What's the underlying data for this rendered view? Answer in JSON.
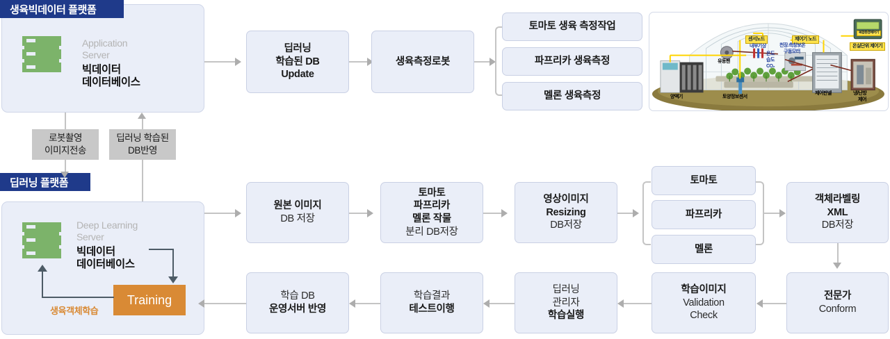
{
  "platforms": [
    {
      "tab_label": "생육빅데이터 플랫폼",
      "server_sub_line1": "Application",
      "server_sub_line2": "Server",
      "server_main_line1": "빅데이터",
      "server_main_line2": "데이터베이스",
      "icon": "server-rack-icon"
    },
    {
      "tab_label": "딥러닝 플랫폼",
      "server_sub_line1": "Deep Learning",
      "server_sub_line2": "Server",
      "server_main_line1": "빅데이터",
      "server_main_line2": "데이터베이스",
      "icon": "server-rack-icon",
      "training_label": "Training",
      "training_loop_label": "생육객체학습",
      "training_color": "#d98a35"
    }
  ],
  "notes": [
    {
      "line1": "로봇촬영",
      "line2": "이미지전송"
    },
    {
      "line1": "딥러닝 학습된",
      "line2": "DB반영"
    }
  ],
  "top_flow": [
    {
      "name": "deep-learning-db-update",
      "lines": [
        {
          "text": "딥러닝",
          "bold": true
        },
        {
          "text": "학습된 DB",
          "bold": true
        },
        {
          "text": "Update",
          "bold": true
        }
      ]
    },
    {
      "name": "growth-measure-robot",
      "lines": [
        {
          "text": "생육측정로봇",
          "bold": true
        }
      ]
    }
  ],
  "top_split": [
    {
      "name": "tomato-growth-measurement-task",
      "label": "토마토 생육 측정작업"
    },
    {
      "name": "paprika-growth-measurement",
      "label": "파프리카 생육측정"
    },
    {
      "name": "melon-growth-measurement",
      "label": "멜론 생육측정"
    }
  ],
  "mid_flow": [
    {
      "name": "original-image-db-save",
      "lines": [
        {
          "text": "원본 이미지",
          "bold": true
        },
        {
          "text": "DB 저장",
          "bold": false
        }
      ]
    },
    {
      "name": "crop-separate-db-save",
      "lines": [
        {
          "text": "토마토",
          "bold": true
        },
        {
          "text": "파프리카",
          "bold": true
        },
        {
          "text": "멜론 작물",
          "bold": true
        },
        {
          "text": "분리 DB저장",
          "bold": false
        }
      ]
    },
    {
      "name": "image-resizing-db-save",
      "lines": [
        {
          "text": "영상이미지",
          "bold": true
        },
        {
          "text": "Resizing",
          "bold": true
        },
        {
          "text": "DB저장",
          "bold": false
        }
      ]
    }
  ],
  "mid_split": [
    {
      "name": "tomato",
      "label": "토마토"
    },
    {
      "name": "paprika",
      "label": "파프리카"
    },
    {
      "name": "melon",
      "label": "멜론"
    }
  ],
  "xml_box": {
    "name": "object-labeling-xml-db-save",
    "lines": [
      {
        "text": "객체라벨링",
        "bold": true
      },
      {
        "text": "XML",
        "bold": true
      },
      {
        "text": "DB저장",
        "bold": false
      }
    ]
  },
  "expert_box": {
    "name": "expert-conform",
    "lines": [
      {
        "text": "전문가",
        "bold": true
      },
      {
        "text": "Conform",
        "bold": false
      }
    ]
  },
  "bottom_flow": [
    {
      "name": "training-image-validation-check",
      "lines": [
        {
          "text": "학습이미지",
          "bold": true
        },
        {
          "text": "Validation",
          "bold": false
        },
        {
          "text": "Check",
          "bold": false
        }
      ]
    },
    {
      "name": "deep-learning-manager-training-run",
      "lines": [
        {
          "text": "딥러닝",
          "bold": false
        },
        {
          "text": "관리자",
          "bold": false
        },
        {
          "text": "학습실행",
          "bold": true
        }
      ]
    },
    {
      "name": "training-result-test",
      "lines": [
        {
          "text": "학습결과",
          "bold": false
        },
        {
          "text": "테스트이행",
          "bold": true
        }
      ]
    },
    {
      "name": "training-db-apply-ops-server",
      "lines": [
        {
          "text": "학습 DB",
          "bold": false
        },
        {
          "text": "운영서버 반영",
          "bold": true
        }
      ]
    }
  ],
  "greenhouse": {
    "name": "greenhouse-system-illustration",
    "tags": [
      {
        "name": "sensor-node-tag",
        "label": "센서노드"
      },
      {
        "name": "controller-node-tag",
        "label": "제어기 노드"
      },
      {
        "name": "greenhouse-unit-controller-tag",
        "label": "온실단위 제어기"
      },
      {
        "name": "device-screen-tag",
        "label": "복합환경제어기"
      }
    ],
    "labels": [
      {
        "name": "internal-weather-label",
        "label": "내부기상"
      },
      {
        "name": "temperature-label",
        "label": "온도"
      },
      {
        "name": "humidity-label",
        "label": "습도"
      },
      {
        "name": "co2-label",
        "label": "CO₂"
      },
      {
        "name": "ceiling-side-insulation-label-1",
        "label": "천장.측창보온"
      },
      {
        "name": "ceiling-side-insulation-label-2",
        "label": "구동모터"
      },
      {
        "name": "circulation-fan-label",
        "label": "유동팬"
      },
      {
        "name": "nutrient-supply-label",
        "label": "양액기"
      },
      {
        "name": "soil-info-sensor-label",
        "label": "토양정보센서"
      },
      {
        "name": "control-panel-label",
        "label": "제어판넬"
      },
      {
        "name": "cooling-heating-label-1",
        "label": "냉/난방"
      },
      {
        "name": "cooling-heating-label-2",
        "label": "제어"
      }
    ]
  },
  "colors": {
    "panel_bg": "#eaeef8",
    "tab_navy": "#1f3a8a",
    "server_green": "#7cb36a",
    "training_orange": "#d98a35",
    "note_gray": "#c8c8c8",
    "connector_gray": "#c4c4c4",
    "dark_connector": "#4d5b66"
  }
}
